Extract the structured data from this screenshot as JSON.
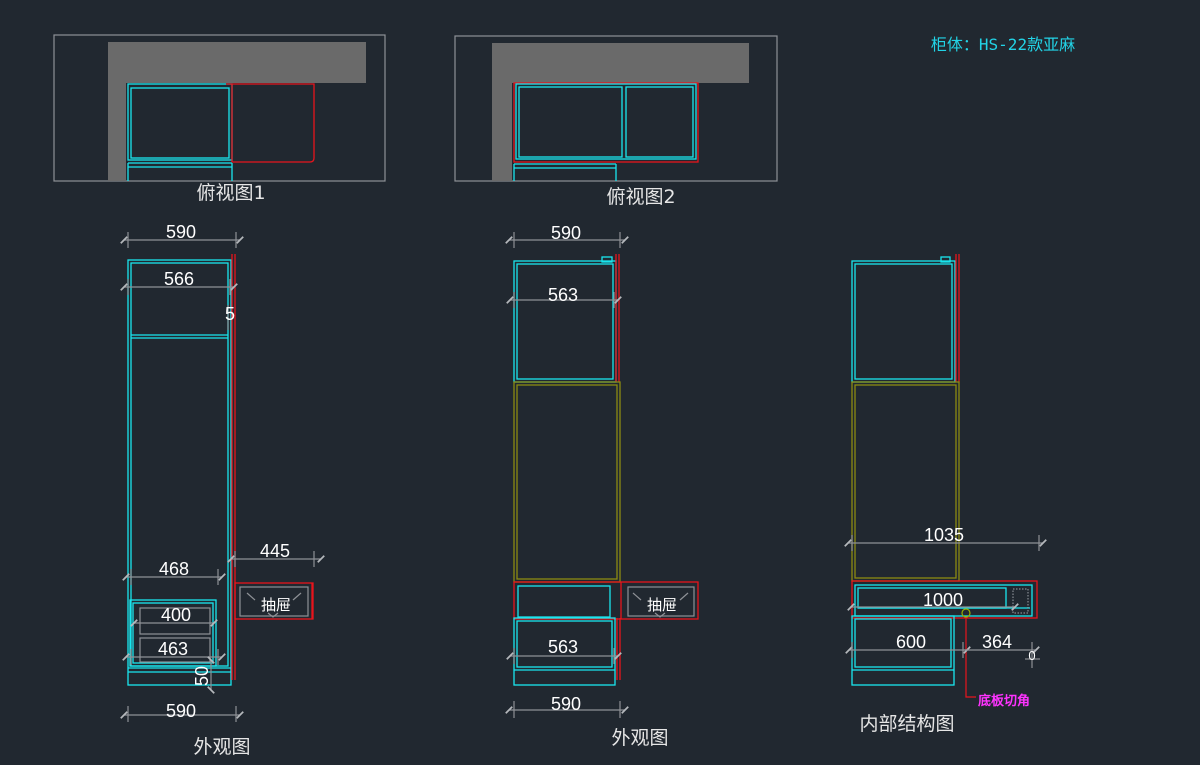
{
  "header": {
    "cabinet_info": "柜体：HS-22款亚麻"
  },
  "views": {
    "top_view_1": {
      "caption": "俯视图1"
    },
    "top_view_2": {
      "caption": "俯视图2"
    },
    "elevation_1": {
      "caption": "外观图",
      "dims": {
        "top_width": "590",
        "inner_width": "566",
        "side_gap": "5",
        "drawer_depth": "445",
        "lower_width": "468",
        "drawer_inner": "400",
        "drawer_width": "463",
        "base_height": "50",
        "bottom_width": "590"
      },
      "drawer_label": "抽屉"
    },
    "elevation_2": {
      "caption": "外观图",
      "dims": {
        "top_width": "590",
        "upper_inner": "563",
        "lower_inner": "563",
        "bottom_width": "590"
      },
      "drawer_label": "抽屉"
    },
    "internal_structure": {
      "caption": "内部结构图",
      "dims": {
        "shelf_width": "1035",
        "drawer_width": "1000",
        "lower_width": "600",
        "side_width": "364",
        "small": "0"
      },
      "note": "底板切角"
    }
  }
}
